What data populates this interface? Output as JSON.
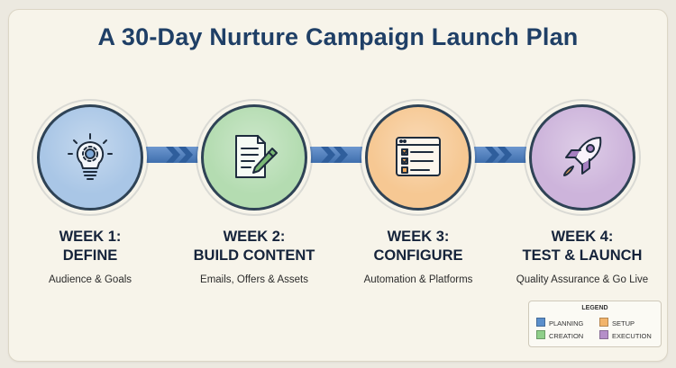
{
  "title": "A 30-Day Nurture Campaign Launch Plan",
  "steps": [
    {
      "week": "WEEK 1:",
      "name": "DEFINE",
      "subtitle": "Audience & Goals",
      "icon": "lightbulb-gear-icon",
      "color": "#a9c6e6"
    },
    {
      "week": "WEEK 2:",
      "name": "BUILD CONTENT",
      "subtitle": "Emails, Offers & Assets",
      "icon": "document-pencil-icon",
      "color": "#b4dcb1"
    },
    {
      "week": "WEEK 3:",
      "name": "CONFIGURE",
      "subtitle": "Automation & Platforms",
      "icon": "checklist-window-icon",
      "color": "#f6c893"
    },
    {
      "week": "WEEK 4:",
      "name": "TEST & LAUNCH",
      "subtitle": "Quality Assurance & Go Live",
      "icon": "rocket-icon",
      "color": "#cdb4db"
    }
  ],
  "legend": {
    "title": "LEGEND",
    "items": [
      {
        "label": "PLANNING",
        "color": "#5b8fcb"
      },
      {
        "label": "SETUP",
        "color": "#f2b46b"
      },
      {
        "label": "CREATION",
        "color": "#8fcf8a"
      },
      {
        "label": "EXECUTION",
        "color": "#b58fc9"
      }
    ]
  },
  "arrow_color": "#4b7bbd"
}
